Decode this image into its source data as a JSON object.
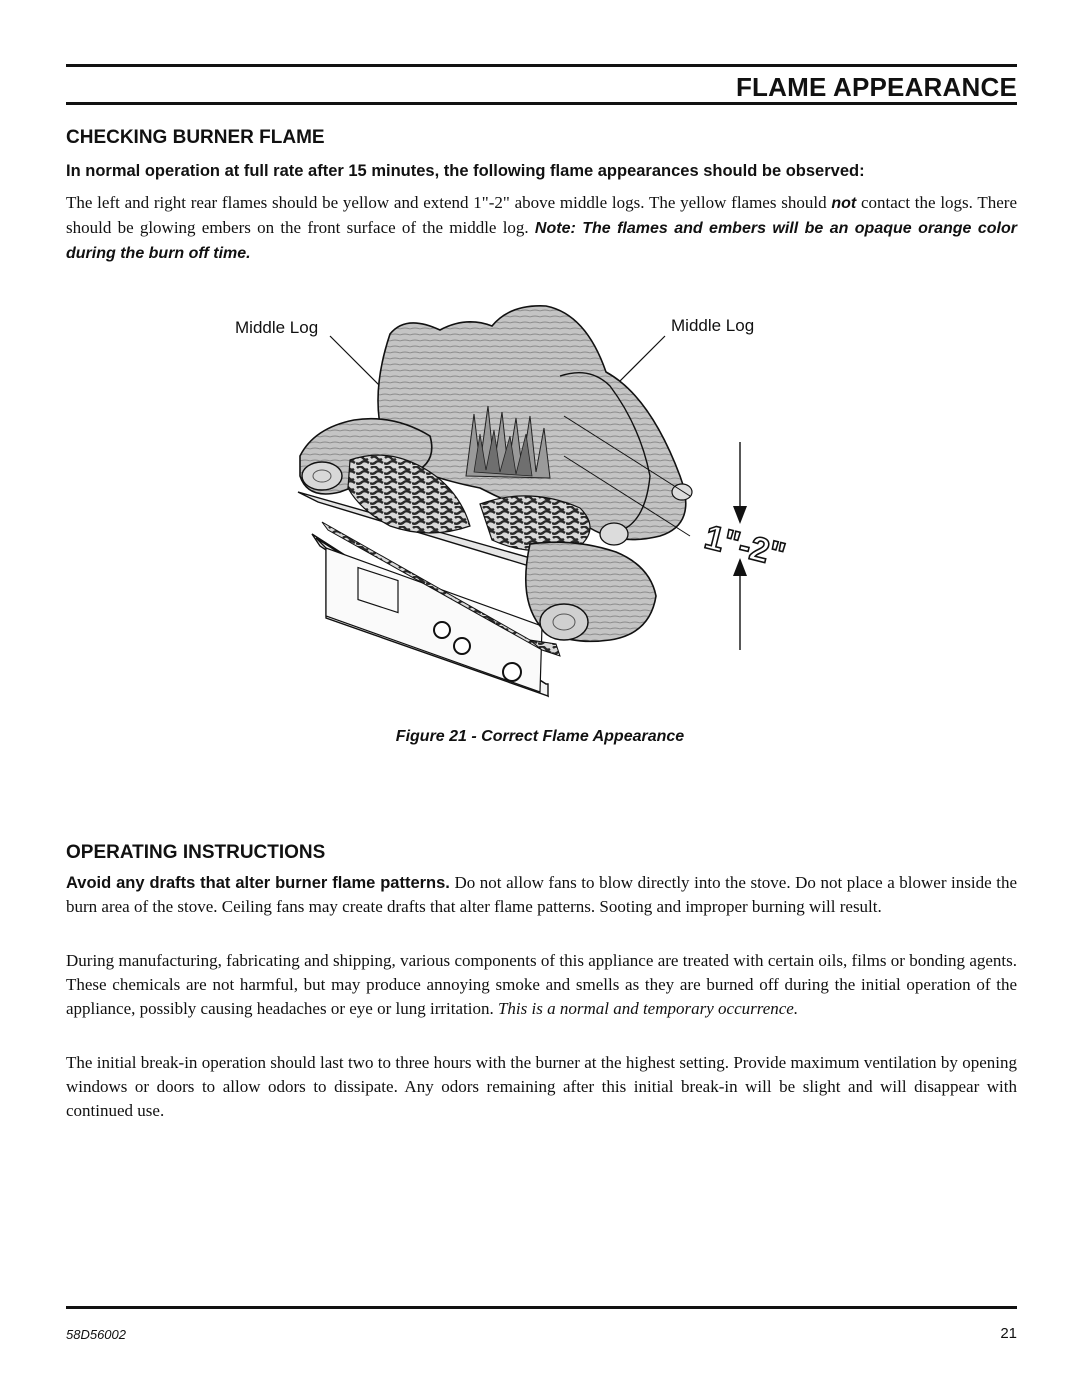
{
  "header": {
    "title": "FLAME APPEARANCE"
  },
  "section1": {
    "heading": "CHECKING BURNER FLAME",
    "lead": "In normal operation at full rate after 15 minutes, the following flame appearances should be observed:",
    "p1_a": "The left and right rear flames should be yellow and extend 1\"-2\" above middle logs. The yellow flames should ",
    "p1_not": "not",
    "p1_b": " contact the logs. There should be glowing embers on the front surface of the middle log. ",
    "p1_note": "Note: The flames and embers will be an opaque orange color during the burn off time."
  },
  "figure": {
    "label_left": "Middle Log",
    "label_right": "Middle Log",
    "measure": "1\"-2\"",
    "caption": "Figure 21 - Correct Flame Appearance",
    "colors": {
      "line": "#111111",
      "log_fill": "#bfbfbf",
      "log_shade": "#7a7a7a",
      "flame": "#8c8c8c",
      "ember": "#2a2a2a"
    }
  },
  "section2": {
    "heading": "OPERATING INSTRUCTIONS",
    "p1_bold": "Avoid any drafts that alter burner flame patterns.",
    "p1_rest": " Do not allow fans to blow directly into the stove. Do not place a blower inside the burn area of the stove. Ceiling fans may create drafts that alter flame patterns. Sooting and improper burning will result.",
    "p2_a": "During manufacturing, fabricating and shipping, various components of this appliance are treated with certain oils, films or bonding agents. These chemicals are not harmful, but may produce annoying smoke and smells as they are burned off during the initial operation of the appliance, possibly causing headaches or eye or lung irritation. ",
    "p2_it": "This is a normal and temporary occurrence.",
    "p3": "The initial break-in operation should last two to three hours with the burner at the highest setting. Provide maximum ventilation by opening windows or doors to allow odors to dissipate. Any odors remaining after this initial break-in will be slight and will disappear with continued use."
  },
  "footer": {
    "doc_number": "58D56002",
    "page_number": "21"
  }
}
